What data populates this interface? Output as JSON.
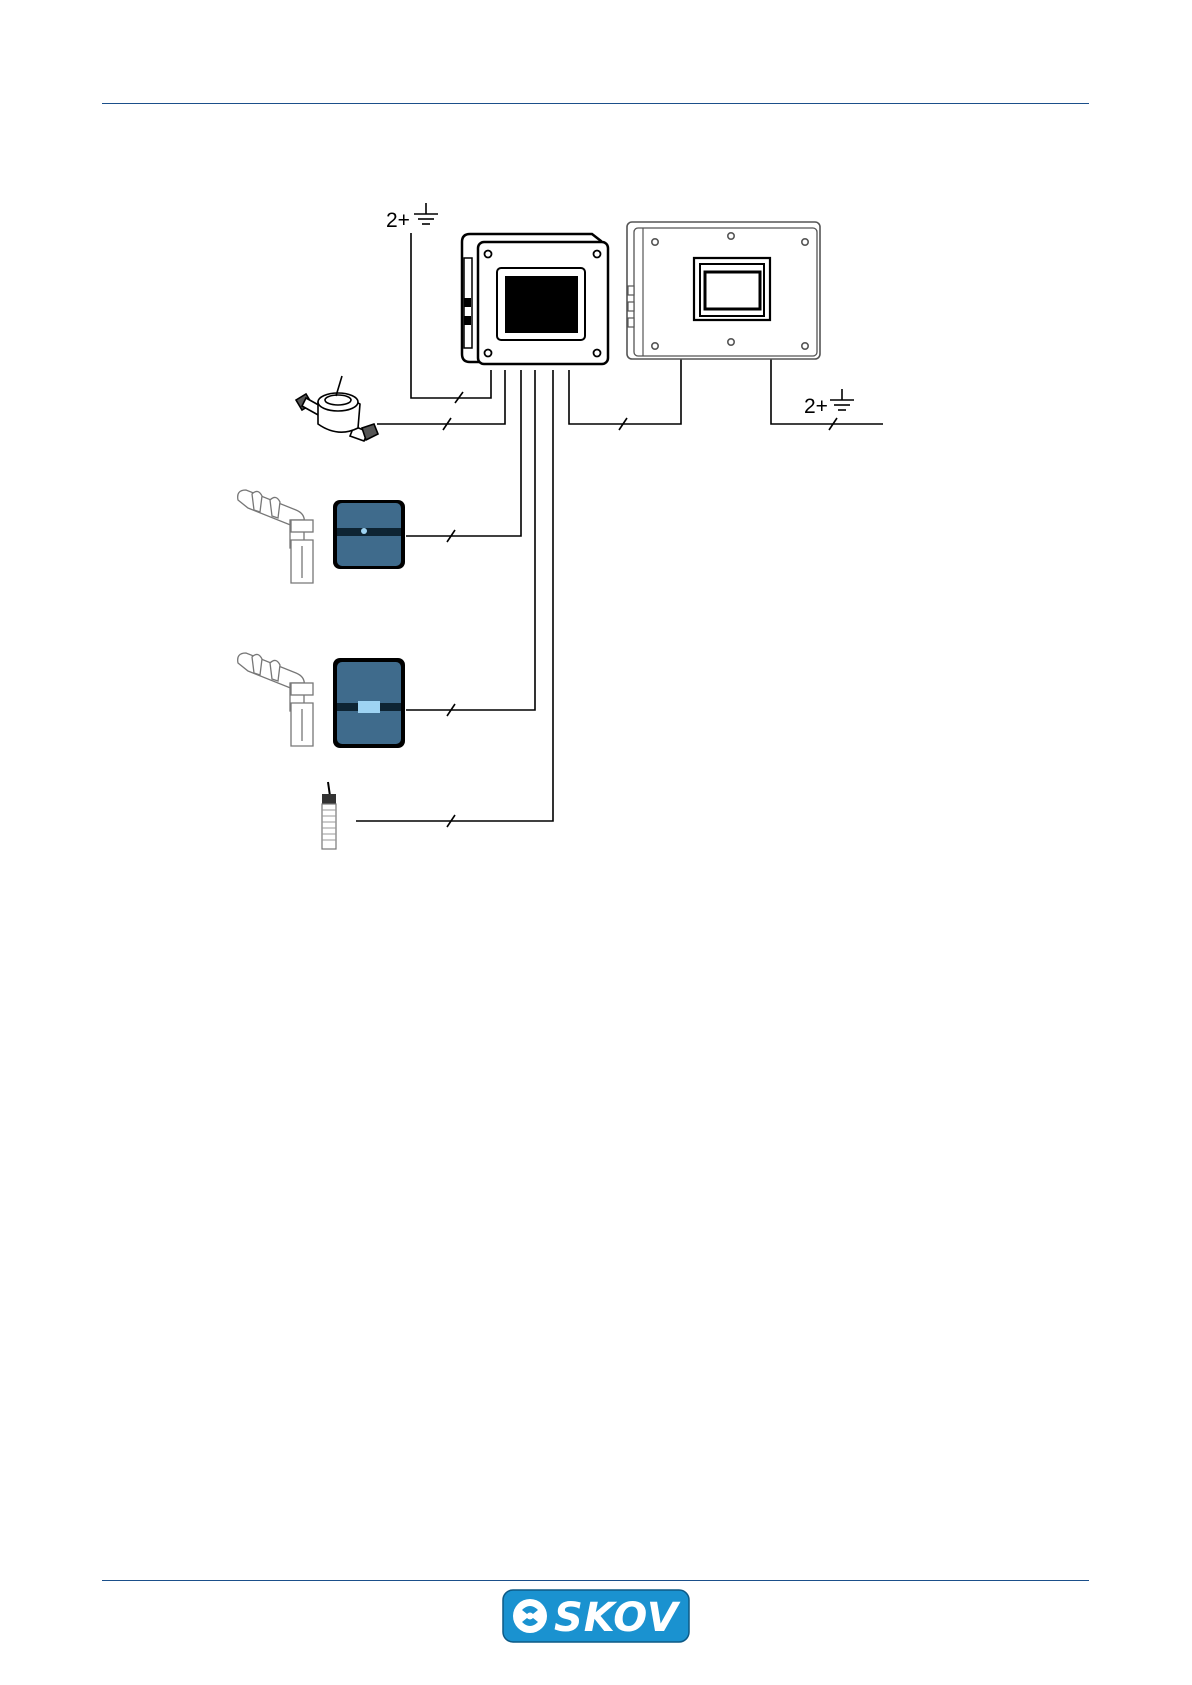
{
  "header": {
    "rule_color": "#1b4f8a"
  },
  "diagram": {
    "power_label_main": "2+",
    "power_label_extension": "2+",
    "wire_color": "#000000",
    "sensor_panel_color": "#3f6b8c",
    "sensor_indicator_color": "#9ed3f2",
    "devices": [
      {
        "name": "main-controller",
        "icon": "controller-box-icon"
      },
      {
        "name": "extension-module",
        "icon": "extension-box-icon"
      },
      {
        "name": "water-meter",
        "icon": "water-meter-icon"
      },
      {
        "name": "silo-weigh-sensor-1",
        "icon": "silo-sensor-icon"
      },
      {
        "name": "silo-weigh-sensor-2",
        "icon": "silo-sensor-icon"
      },
      {
        "name": "probe-sensor",
        "icon": "probe-sensor-icon"
      }
    ]
  },
  "footer": {
    "rule_color": "#1b4f8a",
    "logo_text": "SKOV",
    "logo_color": "#1a92d0"
  }
}
